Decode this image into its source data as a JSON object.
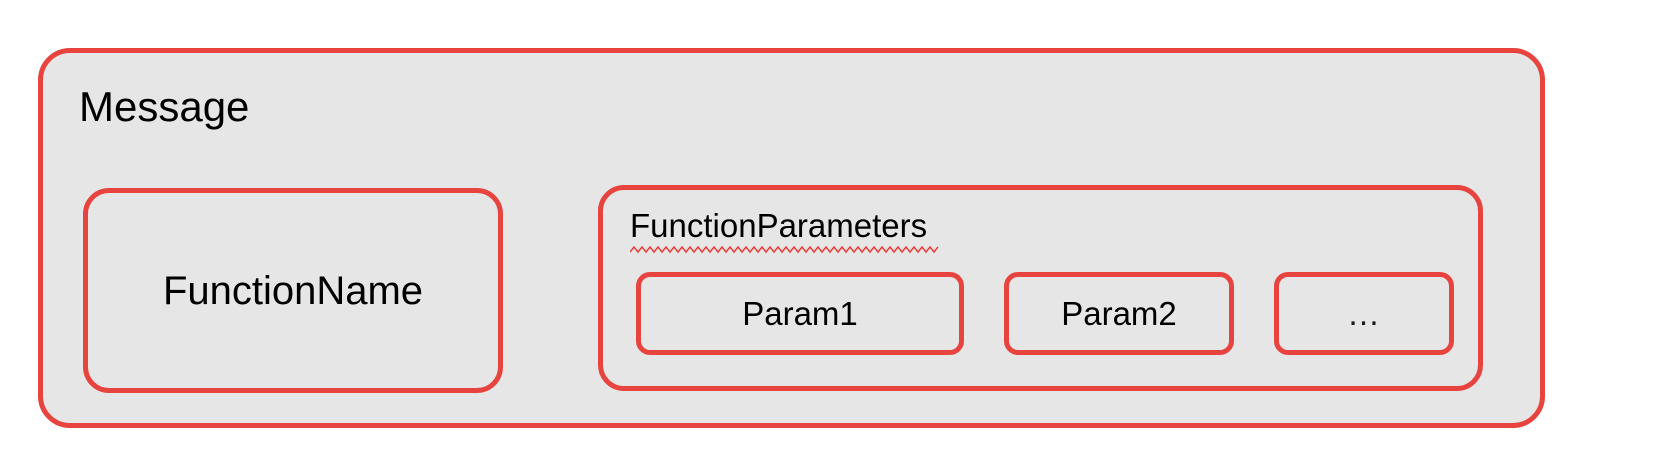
{
  "diagram": {
    "title": "Message",
    "background_color": "#FFFFFF",
    "box_fill_color": "#E6E6E6",
    "border_color": "#E8443F",
    "text_color": "#000000",
    "blocks": {
      "function_name": {
        "label": "FunctionName"
      },
      "function_parameters": {
        "label": "FunctionParameters",
        "spellcheck_flagged": "true",
        "params": [
          {
            "label": "Param1"
          },
          {
            "label": "Param2"
          },
          {
            "label": "…"
          }
        ]
      }
    }
  }
}
